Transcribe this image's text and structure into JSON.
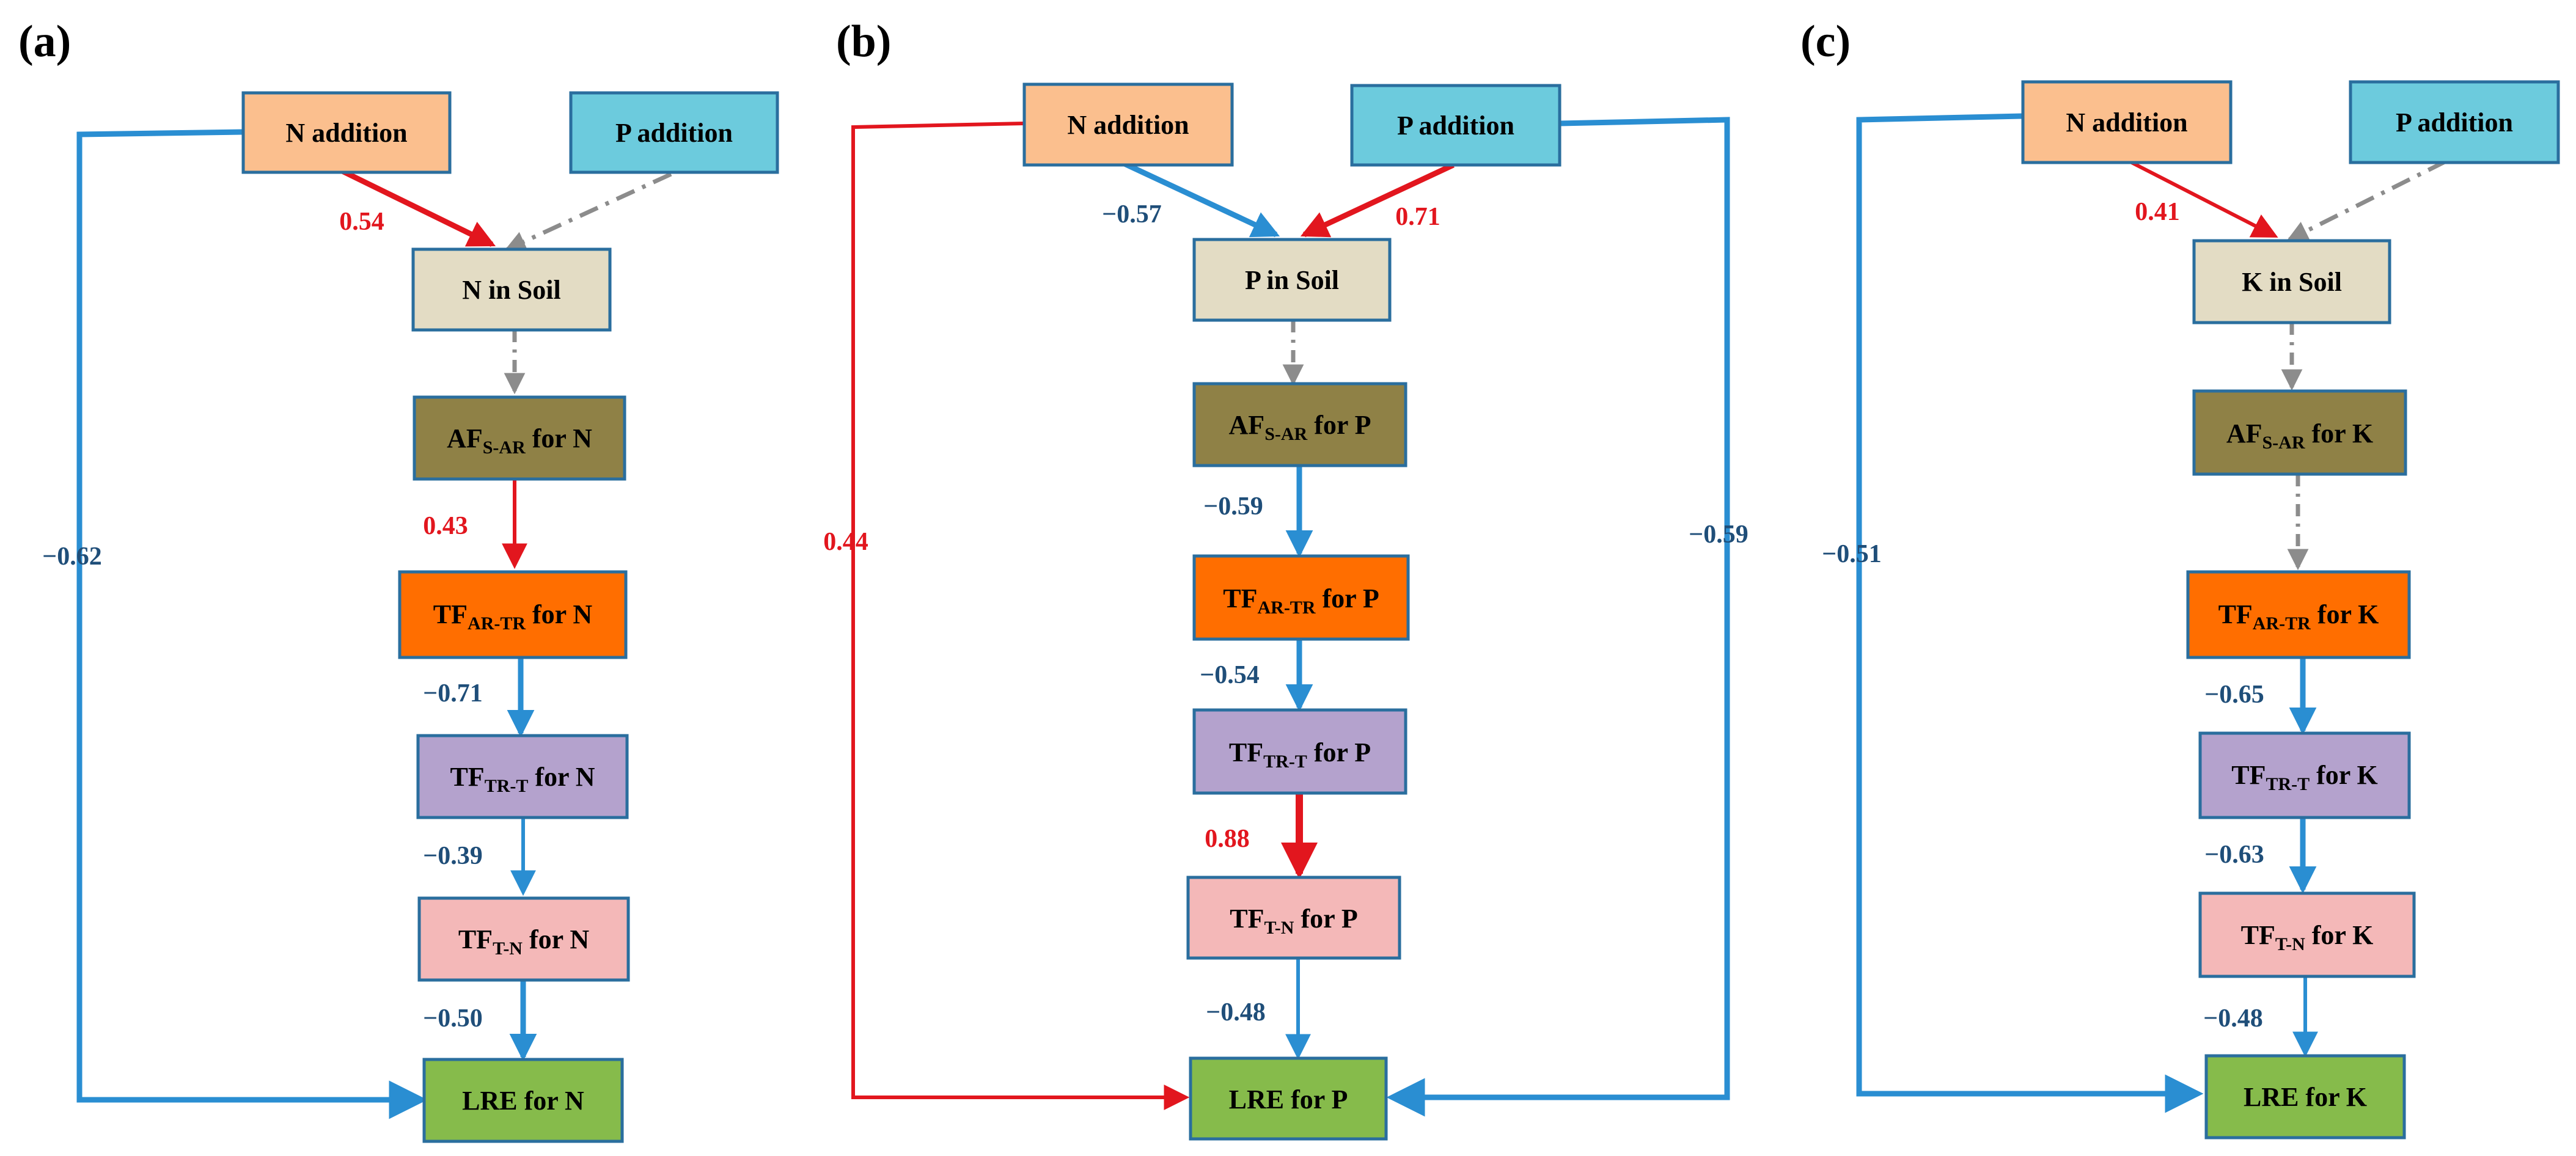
{
  "colors": {
    "n_addition": "#FBBF8E",
    "p_addition": "#6CCBDD",
    "soil": "#E3DCC4",
    "af": "#8F8146",
    "tf_ar_tr": "#FF6E00",
    "tf_tr_t": "#B4A2CD",
    "tf_t_n": "#F4B8B8",
    "lre": "#86BB4B",
    "border": "#2A6E9E",
    "positive": "#E2161E",
    "negative": "#2A8ED2",
    "negative_text": "#1F4E79",
    "nonsignificant": "#8C8C8C"
  },
  "panels": [
    {
      "label": "(a)",
      "boxes": {
        "n_addition": "N addition",
        "p_addition": "P addition",
        "soil": "N in Soil",
        "af": {
          "main": "AF",
          "sub": "S-AR",
          "rest": " for N"
        },
        "tf_ar_tr": {
          "main": "TF",
          "sub": "AR-TR",
          "rest": " for N"
        },
        "tf_tr_t": {
          "main": "TF",
          "sub": "TR-T",
          "rest": " for N"
        },
        "tf_t_n": {
          "main": "TF",
          "sub": "T-N",
          "rest": " for N"
        },
        "lre": "LRE for N"
      },
      "coefficients": {
        "n_to_soil": "0.54",
        "af_to_tf1": "0.43",
        "tf1_to_tf2": "−0.71",
        "tf2_to_tf3": "−0.39",
        "tf3_to_lre": "−0.50",
        "left_bypass": "−0.62"
      }
    },
    {
      "label": "(b)",
      "boxes": {
        "n_addition": "N addition",
        "p_addition": "P addition",
        "soil": "P in Soil",
        "af": {
          "main": "AF",
          "sub": "S-AR",
          "rest": " for P"
        },
        "tf_ar_tr": {
          "main": "TF",
          "sub": "AR-TR",
          "rest": " for P"
        },
        "tf_tr_t": {
          "main": "TF",
          "sub": "TR-T",
          "rest": " for P"
        },
        "tf_t_n": {
          "main": "TF",
          "sub": "T-N",
          "rest": " for P"
        },
        "lre": "LRE for P"
      },
      "coefficients": {
        "n_to_soil": "−0.57",
        "p_to_soil": "0.71",
        "af_to_tf1": "−0.59",
        "tf1_to_tf2": "−0.54",
        "tf2_to_tf3": "0.88",
        "tf3_to_lre": "−0.48",
        "left_bypass": "0.44",
        "right_bypass": "−0.59"
      }
    },
    {
      "label": "(c)",
      "boxes": {
        "n_addition": "N addition",
        "p_addition": "P addition",
        "soil": "K in Soil",
        "af": {
          "main": "AF",
          "sub": "S-AR",
          "rest": " for K"
        },
        "tf_ar_tr": {
          "main": "TF",
          "sub": "AR-TR",
          "rest": " for K"
        },
        "tf_tr_t": {
          "main": "TF",
          "sub": "TR-T",
          "rest": " for K"
        },
        "tf_t_n": {
          "main": "TF",
          "sub": "T-N",
          "rest": " for K"
        },
        "lre": "LRE for K"
      },
      "coefficients": {
        "n_to_soil": "0.41",
        "tf1_to_tf2": "−0.65",
        "tf2_to_tf3": "−0.63",
        "tf3_to_lre": "−0.48",
        "left_bypass": "−0.51"
      }
    }
  ]
}
